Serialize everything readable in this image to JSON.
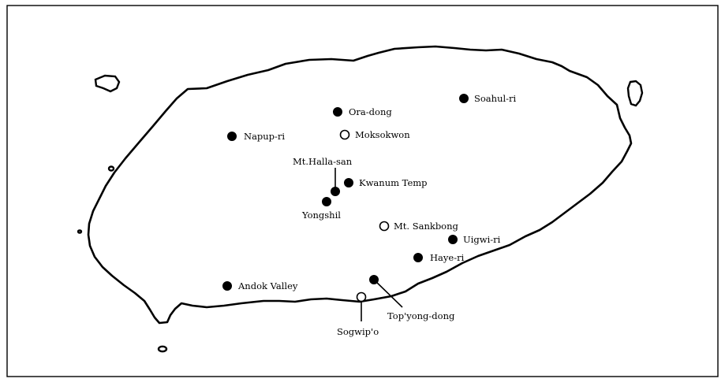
{
  "map": {
    "locations": [
      {
        "id": "ora-dong",
        "label": "Ora-dong",
        "marker": "filled"
      },
      {
        "id": "soahul-ri",
        "label": "Soahul-ri",
        "marker": "filled"
      },
      {
        "id": "napup-ri",
        "label": "Napup-ri",
        "marker": "filled"
      },
      {
        "id": "moksokwon",
        "label": "Moksokwon",
        "marker": "open"
      },
      {
        "id": "mt-halla-san",
        "label": "Mt.Halla-san",
        "marker": "filled"
      },
      {
        "id": "kwanum-temp",
        "label": "Kwanum Temp",
        "marker": "filled"
      },
      {
        "id": "yongshil",
        "label": "Yongshil",
        "marker": "filled"
      },
      {
        "id": "mt-sankbong",
        "label": "Mt. Sankbong",
        "marker": "open"
      },
      {
        "id": "uigwi-ri",
        "label": "Uigwi-ri",
        "marker": "filled"
      },
      {
        "id": "haye-ri",
        "label": "Haye-ri",
        "marker": "filled"
      },
      {
        "id": "andok-valley",
        "label": "Andok Valley",
        "marker": "filled"
      },
      {
        "id": "topyong-dong",
        "label": "Top'yong-dong",
        "marker": "filled"
      },
      {
        "id": "sogwipo",
        "label": "Sogwip'o",
        "marker": "open"
      }
    ]
  }
}
